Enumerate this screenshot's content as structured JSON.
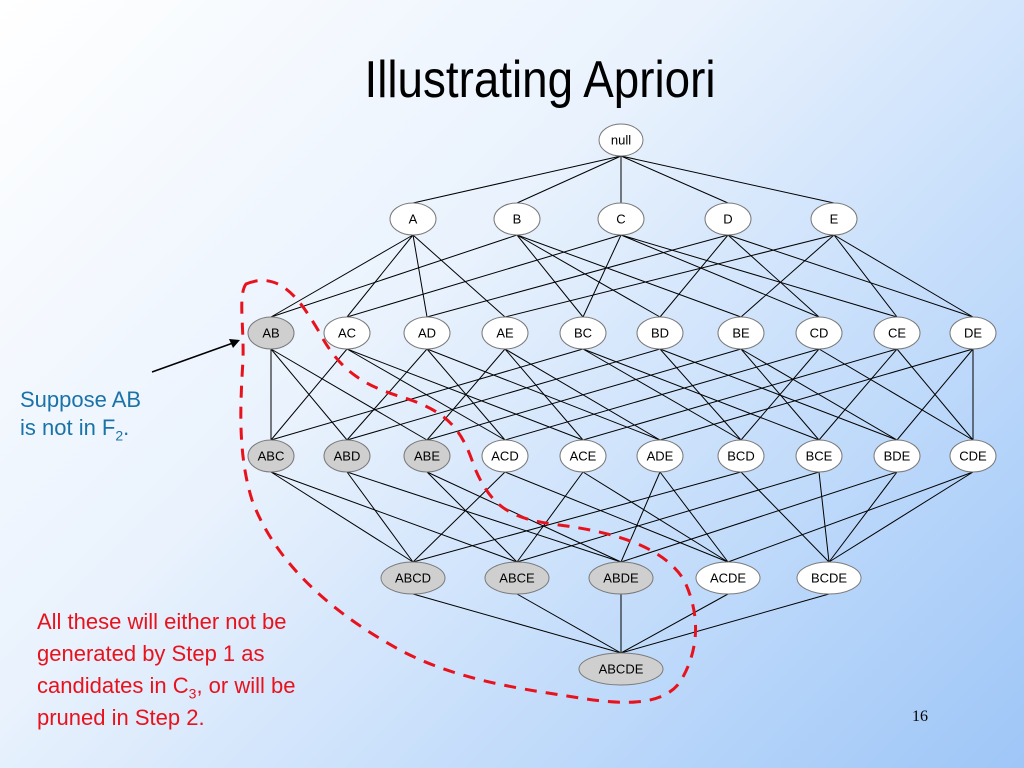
{
  "slide": {
    "title": "Illustrating Apriori",
    "page_number": "16"
  },
  "lattice": {
    "items": [
      "A",
      "B",
      "C",
      "D",
      "E"
    ],
    "levels": [
      [
        "null"
      ],
      [
        "A",
        "B",
        "C",
        "D",
        "E"
      ],
      [
        "AB",
        "AC",
        "AD",
        "AE",
        "BC",
        "BD",
        "BE",
        "CD",
        "CE",
        "DE"
      ],
      [
        "ABC",
        "ABD",
        "ABE",
        "ACD",
        "ACE",
        "ADE",
        "BCD",
        "BCE",
        "BDE",
        "CDE"
      ],
      [
        "ABCD",
        "ABCE",
        "ABDE",
        "ACDE",
        "BCDE"
      ],
      [
        "ABCDE"
      ]
    ],
    "pruned": [
      "AB",
      "ABC",
      "ABD",
      "ABE",
      "ABCD",
      "ABCE",
      "ABDE",
      "ABCDE"
    ],
    "colors": {
      "node_fill": "#ffffff",
      "pruned_fill": "#cfcfcf",
      "node_stroke": "#7a7a7a",
      "edge": "#000000",
      "dashed_boundary": "#e8121c"
    }
  },
  "callouts": {
    "suppose_line1": "Suppose AB",
    "suppose_line2_prefix": "is not in F",
    "suppose_sub": "2",
    "suppose_line2_suffix": ".",
    "all_line1": "All these will either not be",
    "all_line2": "generated by Step 1 as",
    "all_line3_prefix": "candidates in C",
    "all_line3_sub": "3",
    "all_line3_suffix": ", or will be",
    "all_line4": "pruned in Step 2.",
    "colors": {
      "suppose": "#1a73a8",
      "all": "#e8121c"
    }
  }
}
